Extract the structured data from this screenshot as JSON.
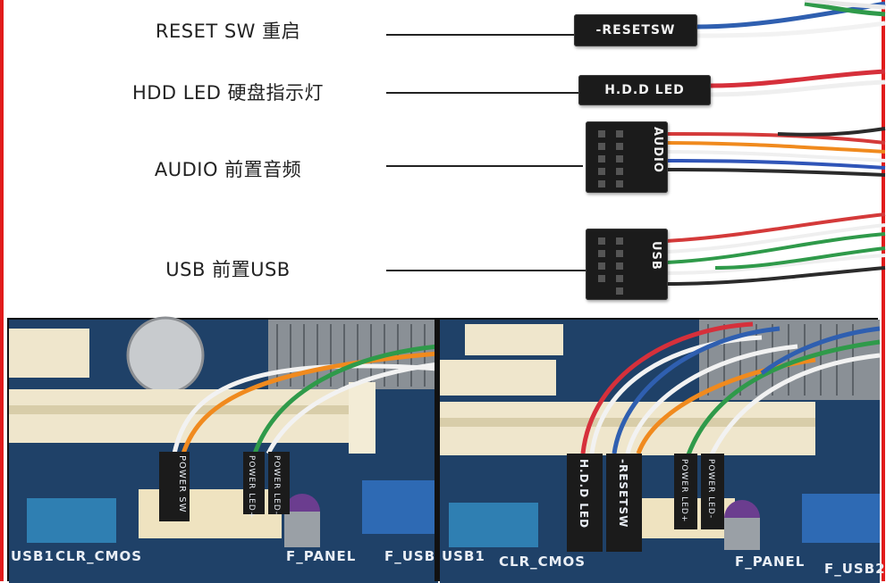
{
  "rows": [
    {
      "label": "RESET SW 重启",
      "plug": "-RESETSW"
    },
    {
      "label": "HDD LED 硬盘指示灯",
      "plug": "H.D.D LED"
    },
    {
      "label": "AUDIO 前置音频",
      "plug": "AUDIO"
    },
    {
      "label": "USB  前置USB",
      "plug": "USB"
    }
  ],
  "photo_left": {
    "silk_usb": "USB1",
    "silk_clr": "CLR_CMOS",
    "silk_fpanel": "F_PANEL",
    "silk_fusb": "F_USB",
    "plug_power_sw": "POWER SW",
    "plug_power_led_plus": "POWER LED+",
    "plug_power_led_minus": "POWER LED-"
  },
  "photo_right": {
    "silk_usb": "USB1",
    "silk_clr": "CLR_CMOS",
    "silk_fpanel": "F_PANEL",
    "silk_fusb": "F_USB2",
    "plug_hdd": "H.D.D LED",
    "plug_reset": "-RESETSW",
    "plug_power_led_plus": "POWER LED+",
    "plug_power_led_minus": "POWER LED-"
  },
  "colors": {
    "frame": "#e11b1b",
    "pcb": "#1d3d63",
    "plug": "#1b1b1b"
  }
}
